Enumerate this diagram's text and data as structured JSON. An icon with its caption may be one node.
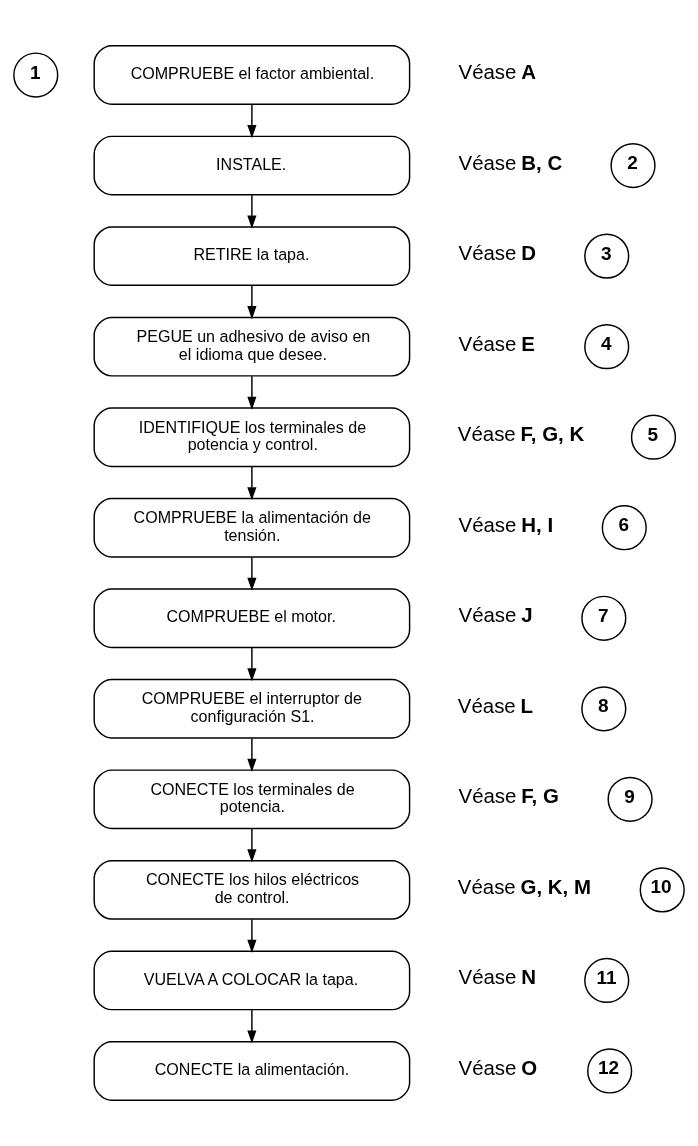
{
  "diagram": {
    "nodes": [
      {
        "text": [
          "1"
        ]
      },
      {
        "text": [
          "COMPRUEBE el factor ambiental."
        ],
        "beside": [
          "Véase **A**"
        ]
      },
      {
        "text": [
          "2"
        ]
      },
      {
        "text": [
          "INSTALE."
        ],
        "beside": [
          "Véase **B, C**"
        ]
      },
      {
        "text": [
          "3"
        ]
      },
      {
        "text": [
          "RETIRE la tapa."
        ],
        "beside": [
          "Véase **D**"
        ]
      },
      {
        "text": [
          "4"
        ]
      },
      {
        "text": [
          "PEGUE un adhesivo de aviso en el idioma que desee."
        ],
        "beside": [
          "Véase **E**"
        ]
      },
      {
        "text": [
          "5"
        ]
      },
      {
        "text": [
          "IDENTIFIQUE los terminales de potencia y control."
        ],
        "beside": [
          "Véase **F, G, K**"
        ]
      },
      {
        "text": [
          "6"
        ]
      },
      {
        "text": [
          "COMPRUEBE la alimentación de tensión."
        ],
        "beside": [
          "Véase **H, I**"
        ]
      },
      {
        "text": [
          "7"
        ]
      },
      {
        "text": [
          "COMPRUEBE el motor."
        ],
        "beside": [
          "Véase **J**"
        ]
      },
      {
        "text": [
          "8"
        ]
      },
      {
        "text": [
          "COMPRUEBE el interruptor de configuración S1."
        ],
        "beside": [
          "Véase **L**"
        ]
      },
      {
        "text": [
          "9"
        ]
      },
      {
        "text": [
          "CONECTE los terminales de potencia."
        ],
        "beside": [
          "Véase **F, G**"
        ]
      },
      {
        "text": [
          "10"
        ]
      },
      {
        "text": [
          "CONECTE los hilos eléctricos de control."
        ],
        "beside": [
          "Véase **G, K, M**"
        ]
      },
      {
        "text": [
          "11"
        ]
      },
      {
        "text": [
          "VUELVA A COLOCAR la tapa."
        ],
        "beside": [
          "Véase **N**"
        ]
      },
      {
        "text": [
          "12"
        ]
      },
      {
        "text": [
          "CONECTE la alimentación."
        ],
        "beside": [
          "Véase **O**"
        ]
      }
    ],
    "edges": [
      {
        "from": 1,
        "to": 3,
        "arrow": "to"
      },
      {
        "from": 3,
        "to": 5,
        "arrow": "to"
      },
      {
        "from": 5,
        "to": 7,
        "arrow": "to"
      },
      {
        "from": 7,
        "to": 9,
        "arrow": "to"
      },
      {
        "from": 9,
        "to": 11,
        "arrow": "to"
      },
      {
        "from": 11,
        "to": 13,
        "arrow": "to"
      },
      {
        "from": 13,
        "to": 15,
        "arrow": "to"
      },
      {
        "from": 15,
        "to": 17,
        "arrow": "to"
      },
      {
        "from": 17,
        "to": 19,
        "arrow": "to"
      },
      {
        "from": 19,
        "to": 21,
        "arrow": "to"
      },
      {
        "from": 21,
        "to": 23,
        "arrow": "to"
      }
    ]
  }
}
